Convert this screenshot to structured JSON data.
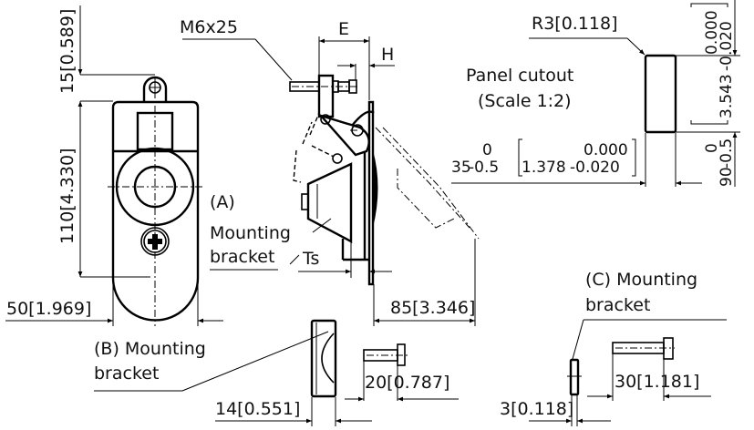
{
  "drawing": {
    "title": "Latch with mounting brackets — dimension drawing",
    "front_view": {
      "dim_top_lug": "15[0.589]",
      "dim_height": "110[4.330]",
      "dim_width": "50[1.969]"
    },
    "side_view": {
      "bolt_label": "M6x25",
      "dim_e": "E",
      "dim_h": "H",
      "bracket_a_line1": "(A)",
      "bracket_a_line2": "Mounting",
      "bracket_a_line3": "bracket",
      "dim_ts": "Ts",
      "dim_swing": "85[3.346]"
    },
    "panel_cutout": {
      "title_line1": "Panel cutout",
      "title_line2": "(Scale 1:2)",
      "radius": "R3[0.118]",
      "width_nominal": "35",
      "width_tol_upper": "0",
      "width_tol_lower": "-0.5",
      "width_inch_nominal": "1.378",
      "width_inch_upper": "0.000",
      "width_inch_lower": "-0.020",
      "height_nominal": "90",
      "height_tol_upper": "0",
      "height_tol_lower": "-0.5",
      "height_inch_nominal": "3.543",
      "height_inch_upper": "0.000",
      "height_inch_lower": "-0.020"
    },
    "bracket_b": {
      "line1": "(B) Mounting",
      "line2": "bracket",
      "dim_thickness": "14[0.551]",
      "dim_bolt": "20[0.787]"
    },
    "bracket_c": {
      "line1": "(C) Mounting",
      "line2": "bracket",
      "dim_thickness": "3[0.118]",
      "dim_bolt": "30[1.181]"
    }
  }
}
